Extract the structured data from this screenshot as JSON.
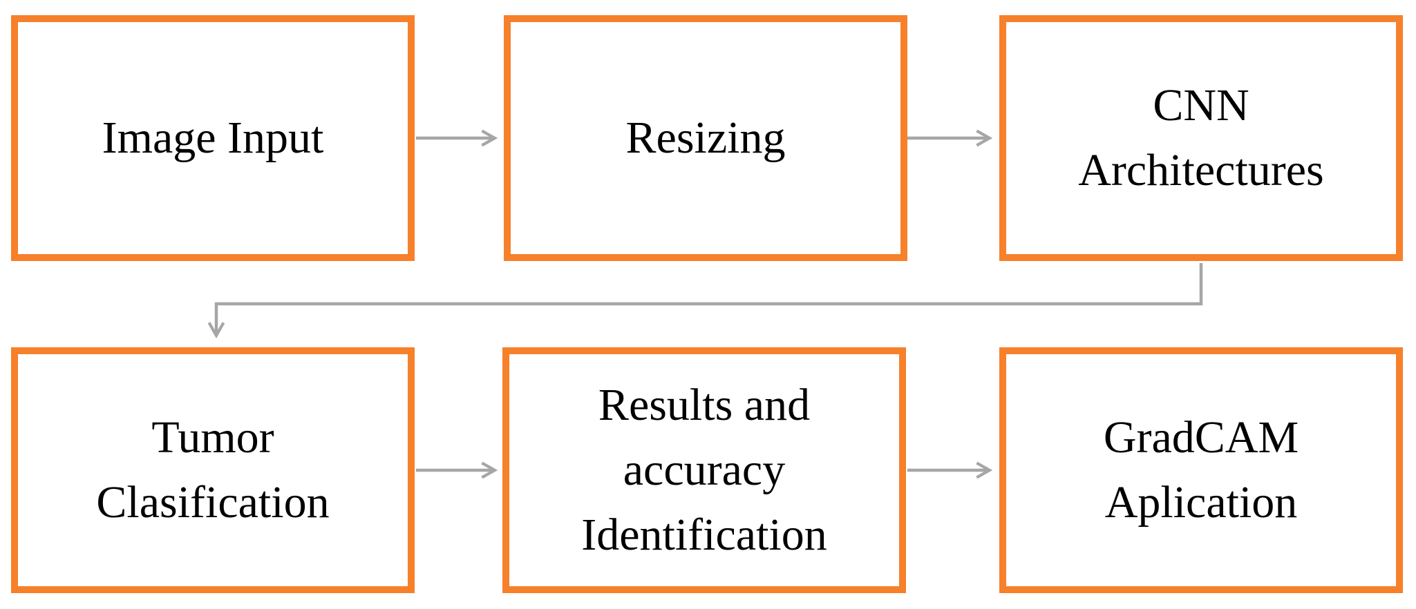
{
  "diagram": {
    "type": "flowchart",
    "nodes": [
      {
        "id": "image-input",
        "label": "Image Input",
        "lines": [
          "Image Input"
        ]
      },
      {
        "id": "resizing",
        "label": "Resizing",
        "lines": [
          "Resizing"
        ]
      },
      {
        "id": "cnn-architectures",
        "label": "CNN Architectures",
        "lines": [
          "CNN",
          "Architectures"
        ]
      },
      {
        "id": "tumor-clasification",
        "label": "Tumor Clasification",
        "lines": [
          "Tumor",
          "Clasification"
        ]
      },
      {
        "id": "results-accuracy-identification",
        "label": "Results and accuracy Identification",
        "lines": [
          "Results and",
          "accuracy",
          "Identification"
        ]
      },
      {
        "id": "gradcam-aplication",
        "label": "GradCAM Aplication",
        "lines": [
          "GradCAM",
          "Aplication"
        ]
      }
    ],
    "edges": [
      {
        "from": "image-input",
        "to": "resizing",
        "style": "straight-arrow-right"
      },
      {
        "from": "resizing",
        "to": "cnn-architectures",
        "style": "straight-arrow-right"
      },
      {
        "from": "cnn-architectures",
        "to": "tumor-clasification",
        "style": "elbow-arrow-down-left-down"
      },
      {
        "from": "tumor-clasification",
        "to": "results-accuracy-identification",
        "style": "straight-arrow-right"
      },
      {
        "from": "results-accuracy-identification",
        "to": "gradcam-aplication",
        "style": "straight-arrow-right"
      }
    ],
    "colors": {
      "box_border": "#F7802A",
      "arrow": "#A6A6A6",
      "text": "#000000",
      "background": "#FFFFFF"
    }
  }
}
